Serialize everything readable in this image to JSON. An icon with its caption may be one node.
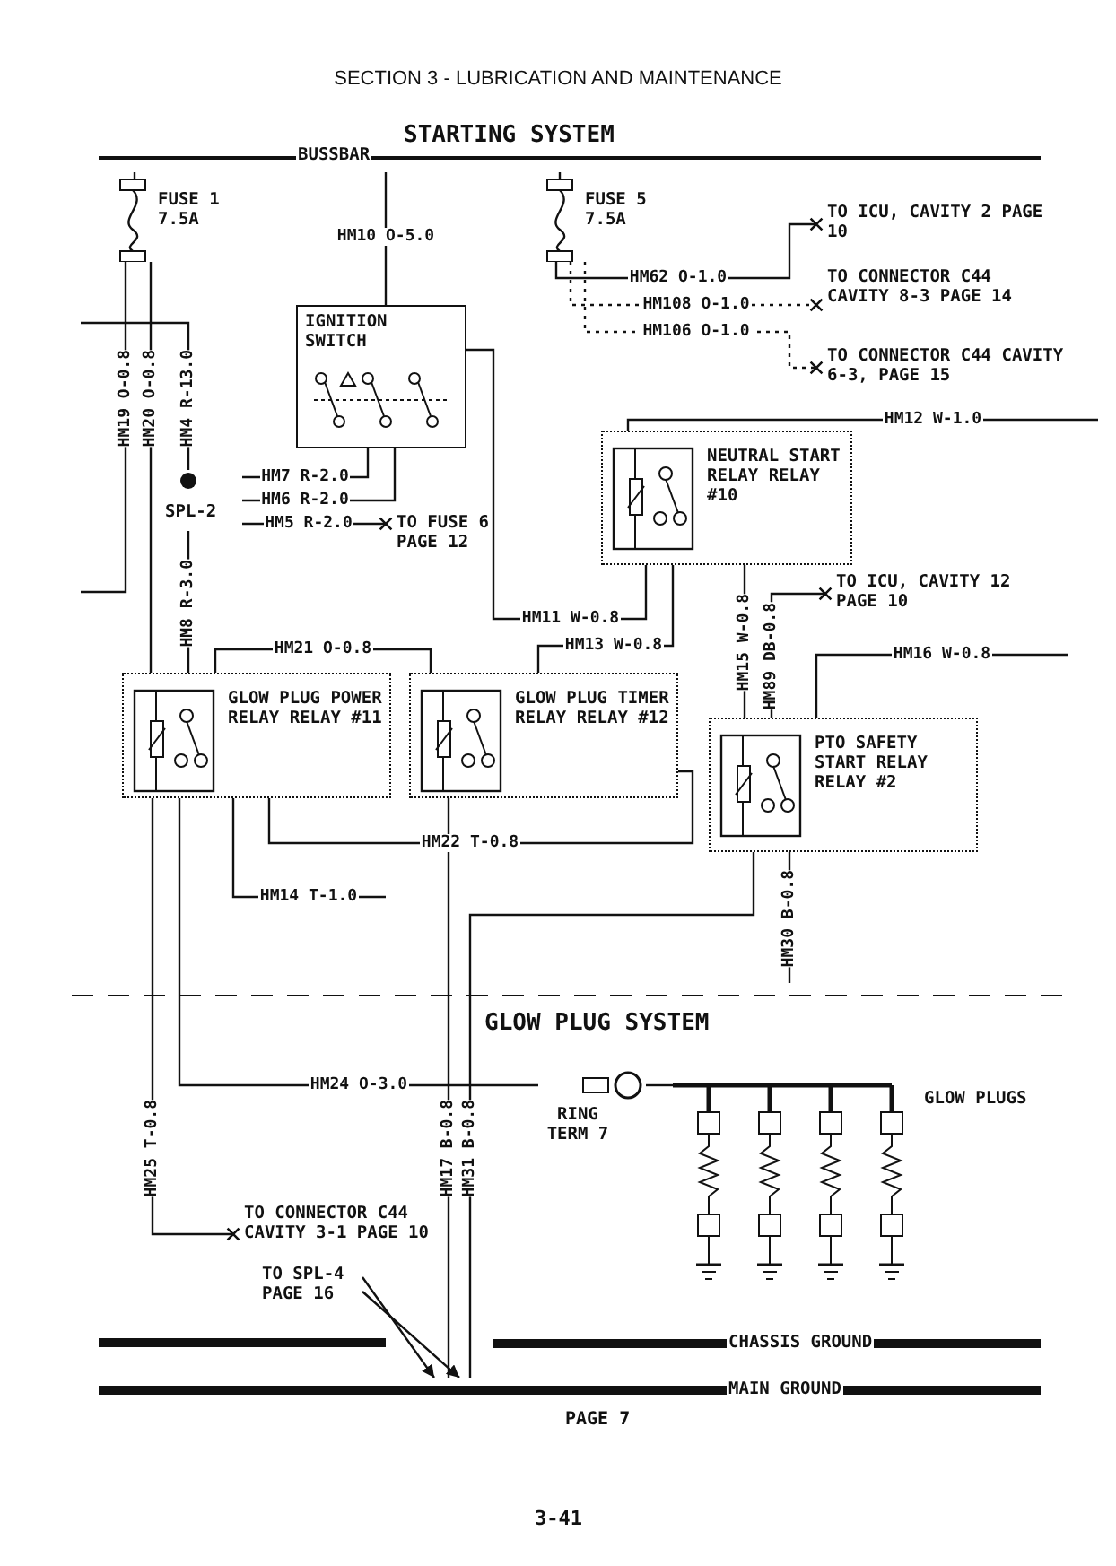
{
  "diagram": {
    "title": "SECTION 3 - LUBRICATION AND MAINTENANCE",
    "nodes": [
      {
        "text": [
          "BUSSBAR"
        ]
      },
      {
        "text": [
          "FUSE 1 7.5A"
        ]
      },
      {
        "text": [
          "FUSE 5 7.5A"
        ]
      },
      {
        "text": [
          "IGNITION SWITCH"
        ]
      },
      {
        "text": [
          "SPL-2"
        ]
      },
      {
        "text": [
          "TO FUSE 6 PAGE 12"
        ]
      },
      {
        "text": [
          "TO ICU, CAVITY 2 PAGE 10"
        ]
      },
      {
        "text": [
          "TO CONNECTOR C44 CAVITY 8-3 PAGE 14"
        ]
      },
      {
        "text": [
          "TO CONNECTOR C44 CAVITY 6-3, PAGE 15"
        ]
      },
      {
        "text": [
          "NEUTRAL START RELAY RELAY #10"
        ]
      },
      {
        "text": [
          "TO ICU, CAVITY 12 PAGE 10"
        ]
      },
      {
        "text": [
          "GLOW PLUG POWER RELAY RELAY #11"
        ]
      },
      {
        "text": [
          "GLOW PLUG TIMER RELAY RELAY #12"
        ]
      },
      {
        "text": [
          "PTO SAFETY START RELAY RELAY #2"
        ]
      },
      {
        "text": [
          "RING TERM 7"
        ]
      },
      {
        "text": [
          "GLOW PLUGS"
        ]
      },
      {
        "text": [
          "TO CONNECTOR C44 CAVITY 3-1 PAGE 10"
        ]
      },
      {
        "text": [
          "TO SPL-4 PAGE 16"
        ]
      },
      {
        "text": [
          "CHASSIS GROUND"
        ]
      },
      {
        "text": [
          "MAIN GROUND"
        ],
        "beside": [
          "PAGE 7"
        ]
      }
    ],
    "edges": [
      {
        "from": 0,
        "to": 1,
        "arrow": "none"
      },
      {
        "from": 0,
        "to": 2,
        "arrow": "none"
      },
      {
        "from": 0,
        "to": 3,
        "arrow": "none",
        "label": "HM10 O-5.0"
      },
      {
        "from": 1,
        "to": null,
        "arrow": "none",
        "label": "HM19 O-0.8"
      },
      {
        "from": 1,
        "to": 11,
        "arrow": "none",
        "label": "HM20 O-0.8"
      },
      {
        "from": null,
        "to": 4,
        "arrow": "none",
        "label": "HM4 R-13.0"
      },
      {
        "from": 4,
        "to": 3,
        "arrow": "none",
        "label": "HM7 R-2.0"
      },
      {
        "from": 4,
        "to": 3,
        "arrow": "none",
        "label": "HM6 R-2.0"
      },
      {
        "from": 4,
        "to": 5,
        "arrow": "other",
        "label": "HM5 R-2.0"
      },
      {
        "from": 4,
        "to": 11,
        "arrow": "none",
        "label": "HM8 R-3.0"
      },
      {
        "from": 2,
        "to": 6,
        "arrow": "other",
        "label": "HM62 O-1.0"
      },
      {
        "from": 2,
        "to": 7,
        "arrow": "other",
        "label": "HM108 O-1.0",
        "style": "dashed"
      },
      {
        "from": 2,
        "to": 8,
        "arrow": "other",
        "label": "HM106 O-1.0",
        "style": "dashed"
      },
      {
        "from": 3,
        "to": 9,
        "arrow": "none",
        "label": "HM11 W-0.8"
      },
      {
        "from": 12,
        "to": 9,
        "arrow": "none",
        "label": "HM13 W-0.8"
      },
      {
        "from": 9,
        "to": null,
        "arrow": "none",
        "label": "HM12 W-1.0"
      },
      {
        "from": 13,
        "to": 10,
        "arrow": "other",
        "label": "HM89 DB-0.8"
      },
      {
        "from": 13,
        "to": 9,
        "arrow": "none",
        "label": "HM15 W-0.8"
      },
      {
        "from": 13,
        "to": null,
        "arrow": "none",
        "label": "HM16 W-0.8"
      },
      {
        "from": 11,
        "to": 12,
        "arrow": "none",
        "label": "HM21 O-0.8"
      },
      {
        "from": 12,
        "to": 11,
        "arrow": "none",
        "label": "HM22 T-0.8"
      },
      {
        "from": 11,
        "to": null,
        "arrow": "none",
        "label": "HM14 T-1.0"
      },
      {
        "from": 11,
        "to": 14,
        "arrow": "none",
        "label": "HM24 O-3.0"
      },
      {
        "from": 11,
        "to": 16,
        "arrow": "other",
        "label": "HM25 T-0.8"
      },
      {
        "from": 13,
        "to": null,
        "arrow": "none",
        "label": "HM30 B-0.8"
      },
      {
        "from": 12,
        "to": 19,
        "arrow": "none",
        "label": "HM17 B-0.8"
      },
      {
        "from": 13,
        "to": 19,
        "arrow": "none",
        "label": "HM31 B-0.8"
      },
      {
        "from": 14,
        "to": 15,
        "arrow": "none"
      },
      {
        "from": 17,
        "to": 19,
        "arrow": "to"
      },
      {
        "from": 17,
        "to": 19,
        "arrow": "to"
      }
    ],
    "labels": [
      "STARTING SYSTEM",
      "GLOW PLUG SYSTEM",
      "3-41"
    ]
  }
}
